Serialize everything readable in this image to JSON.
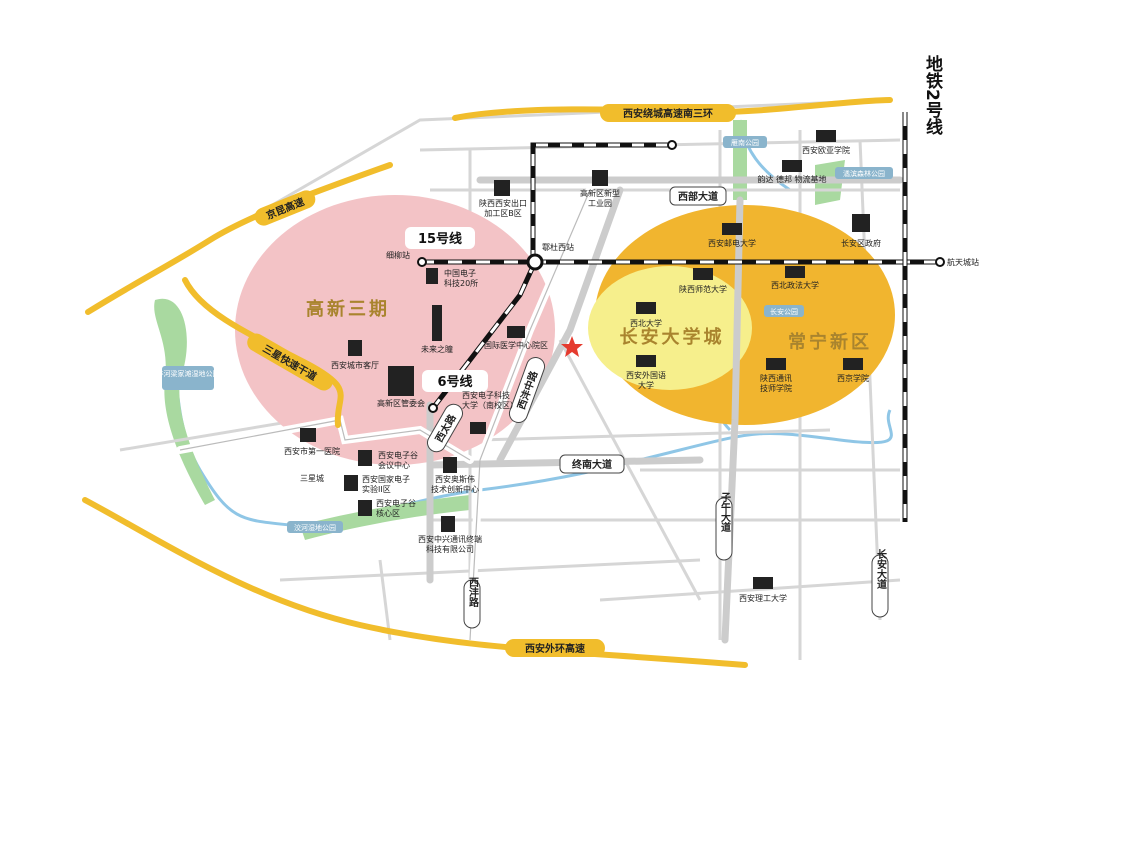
{
  "colors": {
    "highway": "#f1bd2c",
    "pink_zone": "#f3c3c6",
    "orange_zone": "#f1b52f",
    "yellow_zone": "#f6ef8c",
    "water": "#8fc6e6",
    "green": "#a9d9a0",
    "road": "#d6d6d6",
    "star": "#e53b2f"
  },
  "highways": {
    "ring3": "西安绕城高速南三环",
    "jingkun": "京昆高速",
    "sanxing": "三星快速干道",
    "outer": "西安外环高速"
  },
  "roads": {
    "xibu": "西部大道",
    "zhongnan": "终南大道",
    "xiyang_mid": "西沣中路",
    "xitai": "西太路",
    "ziwu": "子午大道",
    "changan": "长安大道",
    "xiyang": "西沣路"
  },
  "metro": {
    "line15": "15号线",
    "line6": "6号线",
    "line2": "地铁2号线",
    "station_xiliu": "细柳站",
    "station_hudu": "鄠杜西站",
    "station_hangtian": "航天城站"
  },
  "zones": {
    "gaoxin3": "高新三期",
    "university_city": "长安大学城",
    "changning": "常宁新区"
  },
  "parks": {
    "lingnan": "雁南公园",
    "huayang": "潏滨森林公园",
    "changan_park": "长安公园",
    "fenghe": "沣河梁家滩湿地公园",
    "jiaohe": "洨河湿地公园"
  },
  "pois": {
    "export_zone_1": "陕西西安出口",
    "export_zone_2": "加工区B区",
    "new_industry_1": "高新区新型",
    "new_industry_2": "工业园",
    "cetc20_1": "中国电子",
    "cetc20_2": "科技20所",
    "future_tower": "未来之瞳",
    "medical_center": "国际医学中心院区",
    "city_hall": "西安城市客厅",
    "admin_committee": "高新区管委会",
    "xidian_1": "西安电子科技",
    "xidian_2": "大学（南校区）",
    "first_hospital": "西安市第一医院",
    "conference_1": "西安电子谷",
    "conference_2": "会议中心",
    "national_lab_1": "西安国家电子",
    "national_lab_2": "实验II区",
    "core_1": "西安电子谷",
    "core_2": "核心区",
    "sanxing": "三星城",
    "aosi_1": "西安奥斯伟",
    "aosi_2": "技术创新中心",
    "zhongxing_1": "西安中兴通讯终端",
    "zhongxing_2": "科技有限公司",
    "eurasia": "西安欧亚学院",
    "logistics": "韵达 德邦 物流基地",
    "xupt": "西安邮电大学",
    "changan_gov": "长安区政府",
    "snnu": "陕西师范大学",
    "nwupl": "西北政法大学",
    "nwu": "西北大学",
    "xisu_1": "西安外国语",
    "xisu_2": "大学",
    "telecom_1": "陕西通讯",
    "telecom_2": "技师学院",
    "xijing": "西京学院",
    "xatu": "西安理工大学"
  }
}
